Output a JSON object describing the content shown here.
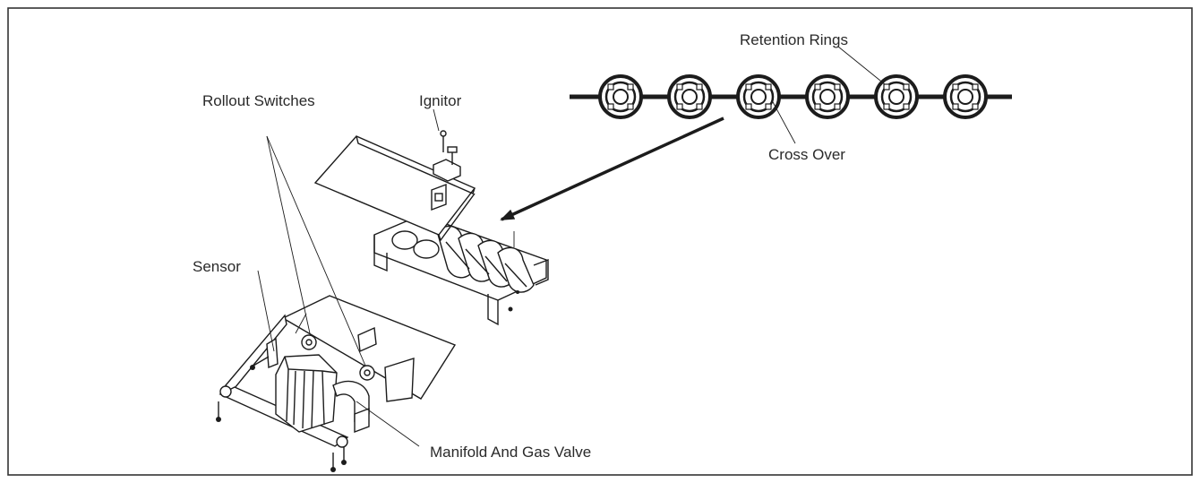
{
  "labels": {
    "retention_rings": "Retention Rings",
    "rollout_switches": "Rollout Switches",
    "ignitor": "Ignitor",
    "cross_over": "Cross Over",
    "sensor": "Sensor",
    "manifold_gas_valve": "Manifold And Gas Valve"
  },
  "colors": {
    "ink": "#1c1c1c",
    "paper": "#ffffff",
    "frame": "#333333"
  },
  "burner_ring_count": 6
}
